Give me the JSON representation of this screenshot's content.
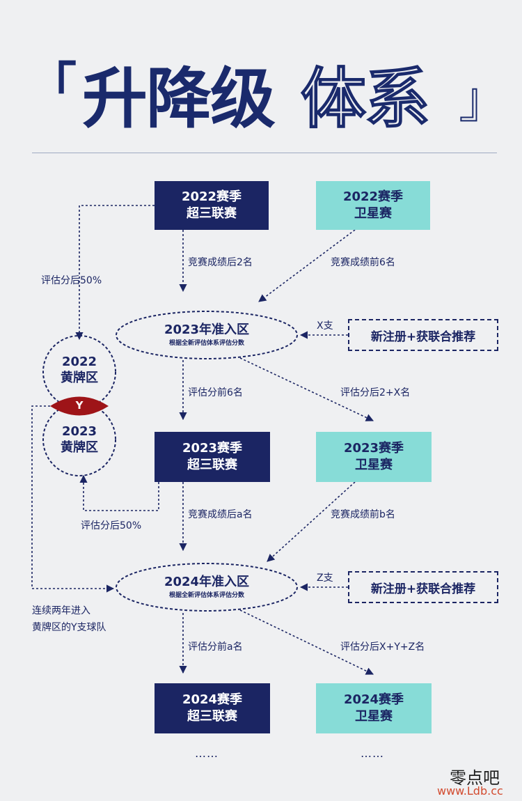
{
  "title": {
    "bracket_open": "「",
    "solid": "升降级",
    "outline": "体系",
    "bracket_close": "」"
  },
  "boxes": {
    "s2022_super": {
      "line1": "2022赛季",
      "line2": "超三联赛"
    },
    "s2022_sat": {
      "line1": "2022赛季",
      "line2": "卫星赛"
    },
    "s2023_super": {
      "line1": "2023赛季",
      "line2": "超三联赛"
    },
    "s2023_sat": {
      "line1": "2023赛季",
      "line2": "卫星赛"
    },
    "s2024_super": {
      "line1": "2024赛季",
      "line2": "超三联赛"
    },
    "s2024_sat": {
      "line1": "2024赛季",
      "line2": "卫星赛"
    }
  },
  "zones": {
    "z2023": {
      "title": "2023年准入区",
      "sub": "根据全新评估体系评估分数"
    },
    "z2024": {
      "title": "2024年准入区",
      "sub": "根据全新评估体系评估分数"
    }
  },
  "recommend": {
    "r1": "新注册+获联合推荐",
    "r2": "新注册+获联合推荐"
  },
  "yellow": {
    "c2022_year": "2022",
    "c2022_name": "黄牌区",
    "c2023_year": "2023",
    "c2023_name": "黄牌区",
    "overlap": "Y"
  },
  "labels": {
    "eval_bottom50_a": "评估分后50%",
    "comp_last2": "竞赛成绩后2名",
    "comp_top6": "竞赛成绩前6名",
    "x_team": "X支",
    "eval_top6": "评估分前6名",
    "eval_last_2x": "评估分后2+X名",
    "comp_last_a": "竞赛成绩后a名",
    "comp_top_b": "竞赛成绩前b名",
    "eval_bottom50_b": "评估分后50%",
    "z_team": "Z支",
    "two_years_1": "连续两年进入",
    "two_years_2": "黄牌区的Y支球队",
    "eval_top_a": "评估分前a名",
    "eval_last_xyz": "评估分后X+Y+Z名",
    "dots_left": "……",
    "dots_right": "……"
  },
  "watermark": {
    "line1": "零点吧",
    "line2": "www.Ldb.cc"
  },
  "colors": {
    "navy": "#1b2563",
    "teal": "#87dcd7",
    "background": "#eff0f2",
    "overlap_red": "#9e1418",
    "watermark_red": "#d24a2e"
  }
}
